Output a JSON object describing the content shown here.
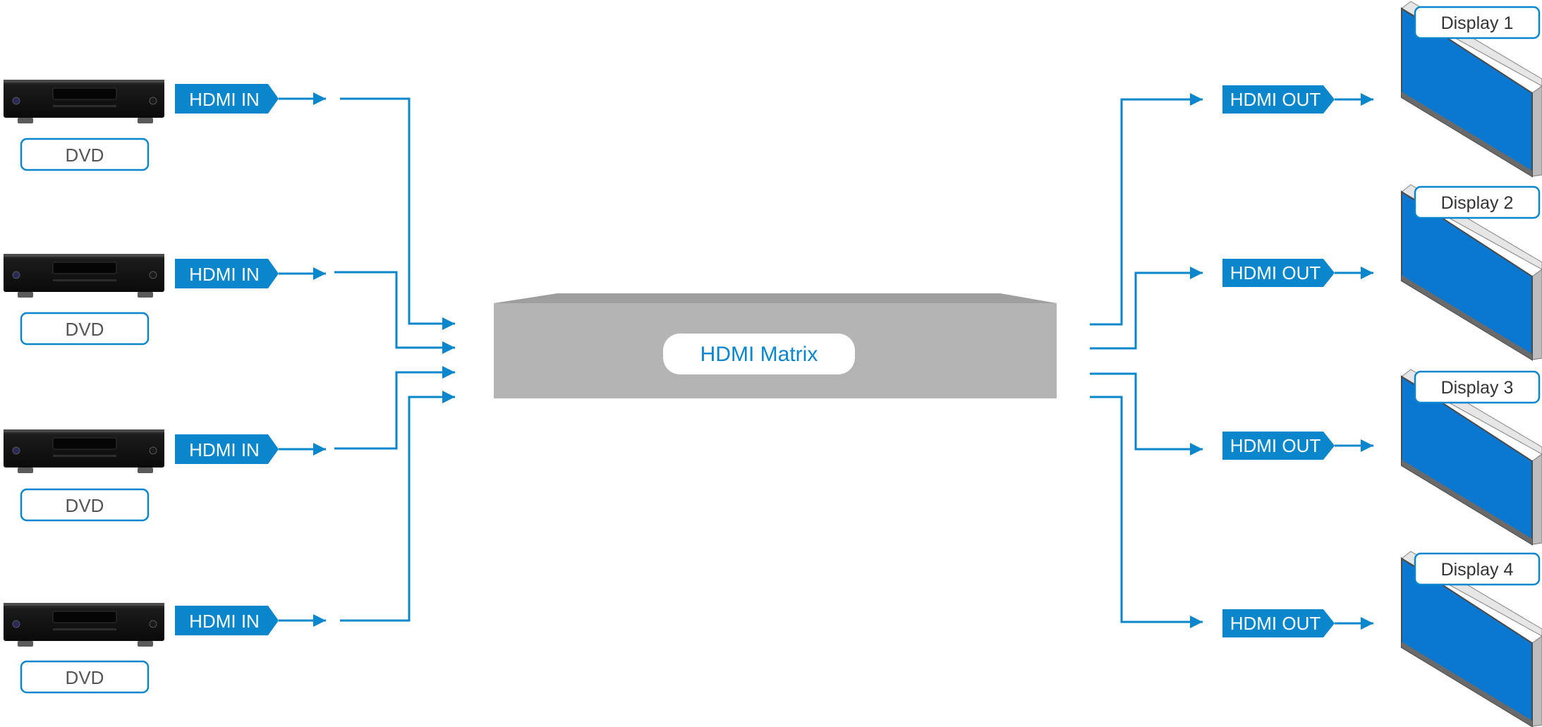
{
  "matrix": {
    "label": "HDMI Matrix"
  },
  "inputs": [
    {
      "source_label": "DVD",
      "port_label": "HDMI IN"
    },
    {
      "source_label": "DVD",
      "port_label": "HDMI IN"
    },
    {
      "source_label": "DVD",
      "port_label": "HDMI IN"
    },
    {
      "source_label": "DVD",
      "port_label": "HDMI IN"
    }
  ],
  "outputs": [
    {
      "port_label": "HDMI OUT",
      "display_label": "Display 1"
    },
    {
      "port_label": "HDMI OUT",
      "display_label": "Display 2"
    },
    {
      "port_label": "HDMI OUT",
      "display_label": "Display 3"
    },
    {
      "port_label": "HDMI OUT",
      "display_label": "Display 4"
    }
  ],
  "colors": {
    "accent": "#0a87cc",
    "matrix_body": "#b4b4b4",
    "matrix_top": "#9e9e9e",
    "screen": "#0a78d0",
    "device": "#141414"
  }
}
